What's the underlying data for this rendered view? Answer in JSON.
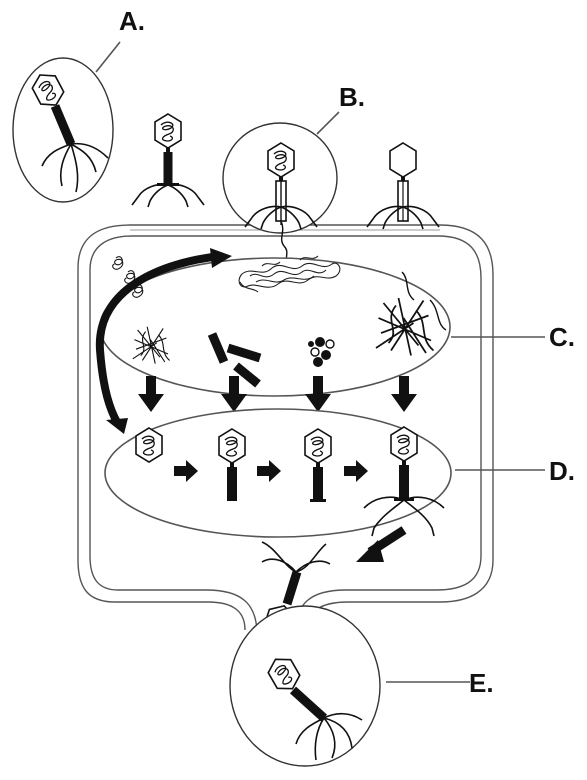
{
  "labels": {
    "a": "A.",
    "b": "B.",
    "c": "C.",
    "d": "D.",
    "e": "E."
  }
}
